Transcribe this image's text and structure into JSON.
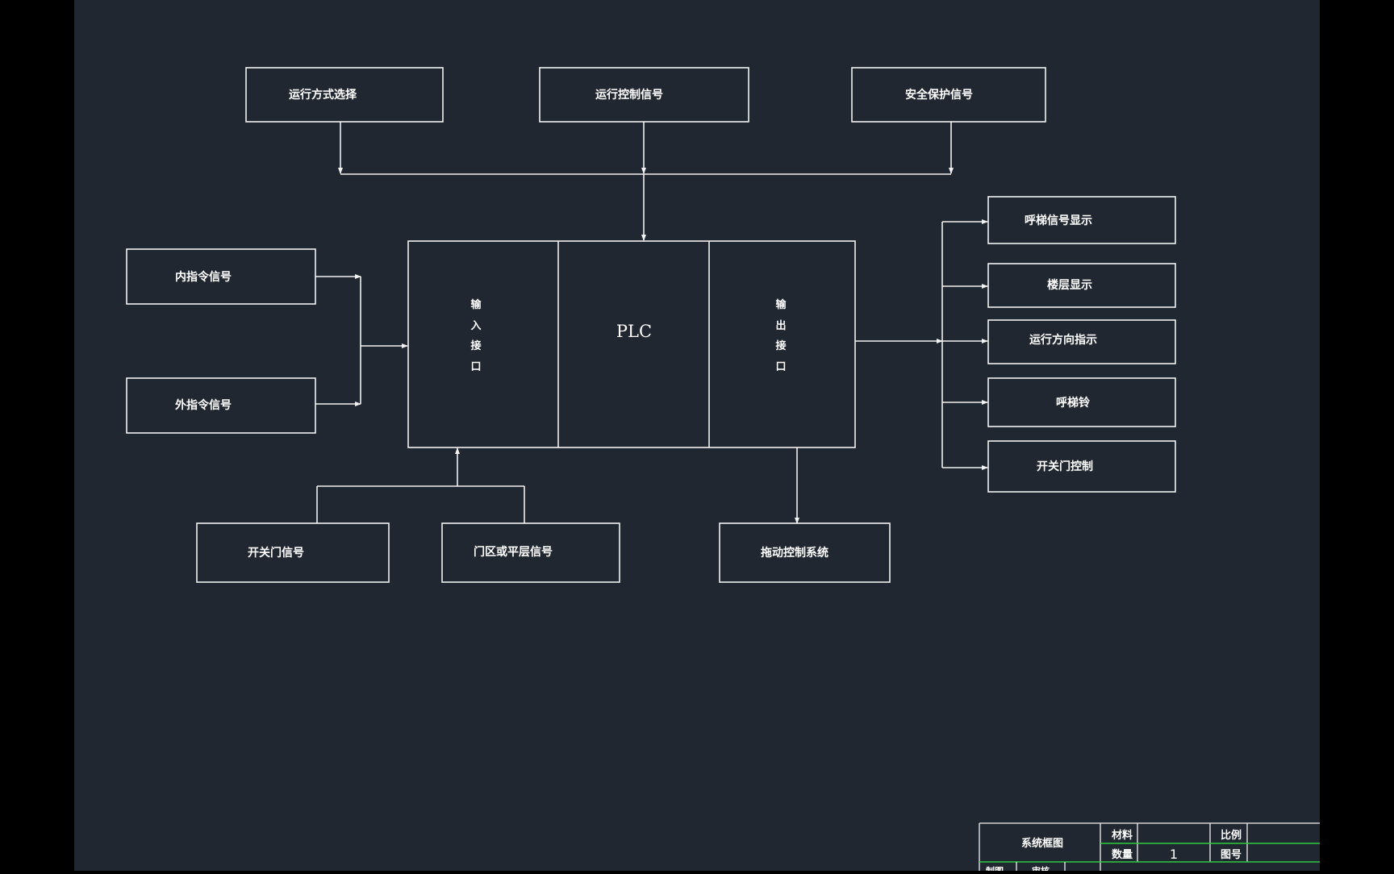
{
  "colors": {
    "canvas": "#212730",
    "margin": "#000000",
    "stroke": "#f2f2f2",
    "text": "#ffffff",
    "title_block_accent": "#2ecc40"
  },
  "top_inputs": {
    "mode_select": "运行方式选择",
    "run_control": "运行控制信号",
    "safety_protect": "安全保护信号"
  },
  "left_inputs": {
    "inner_command": "内指令信号",
    "outer_command": "外指令信号"
  },
  "core": {
    "input_interface": [
      "输",
      "入",
      "接",
      "口"
    ],
    "plc": "PLC",
    "output_interface": [
      "输",
      "出",
      "接",
      "口"
    ]
  },
  "bottom_inputs": {
    "door_signal": "开关门信号",
    "zone_level_signal": "门区或平层信号"
  },
  "bottom_output": {
    "drive_control": "拖动控制系统"
  },
  "right_outputs": [
    "呼梯信号显示",
    "楼层显示",
    "运行方向指示",
    "呼梯铃",
    "开关门控制"
  ],
  "title_block": {
    "drawing_name": "系统框图",
    "material_label": "材料",
    "quantity_label": "数量",
    "quantity_value": "1",
    "scale_label": "比例",
    "drawing_no_label": "图号",
    "made_by_label": "制图",
    "reviewed_by_label": "审核"
  }
}
